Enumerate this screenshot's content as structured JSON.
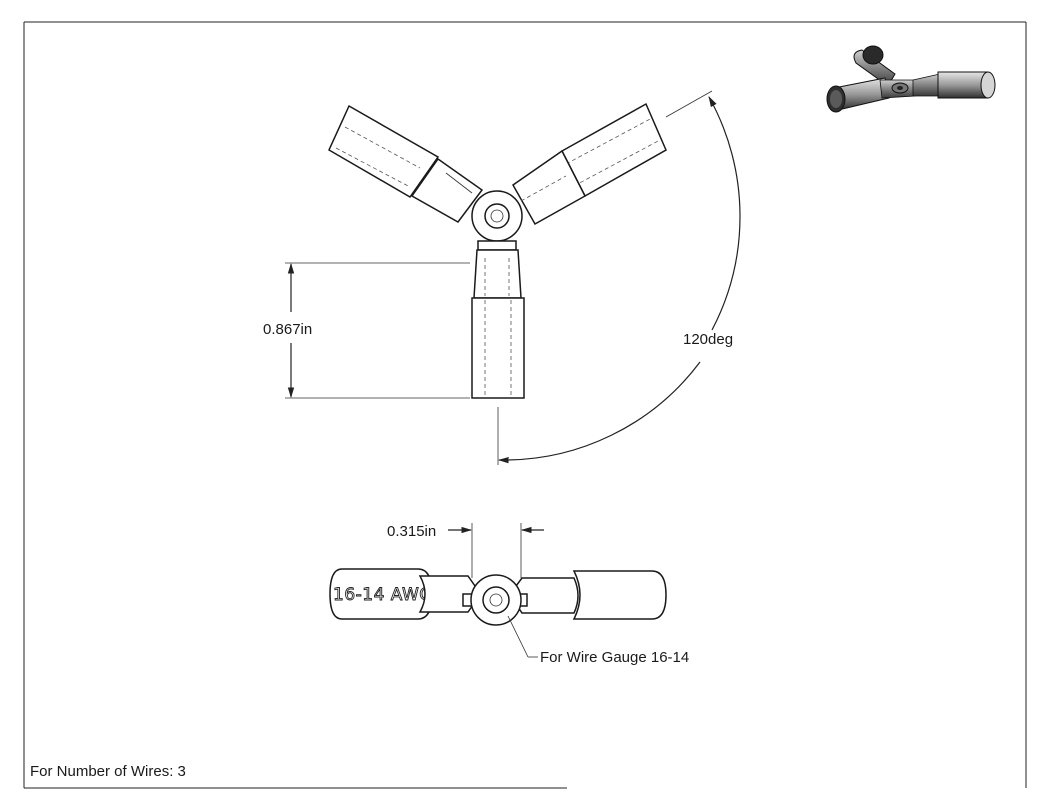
{
  "views": {
    "top": {
      "length_dimension": "0.867in",
      "angle_dimension": "120deg"
    },
    "side": {
      "width_dimension": "0.315in",
      "marking": "16-14 AWG",
      "callout": "For Wire Gauge 16-14"
    }
  },
  "title_block": {
    "note": "For Number of Wires: 3"
  }
}
